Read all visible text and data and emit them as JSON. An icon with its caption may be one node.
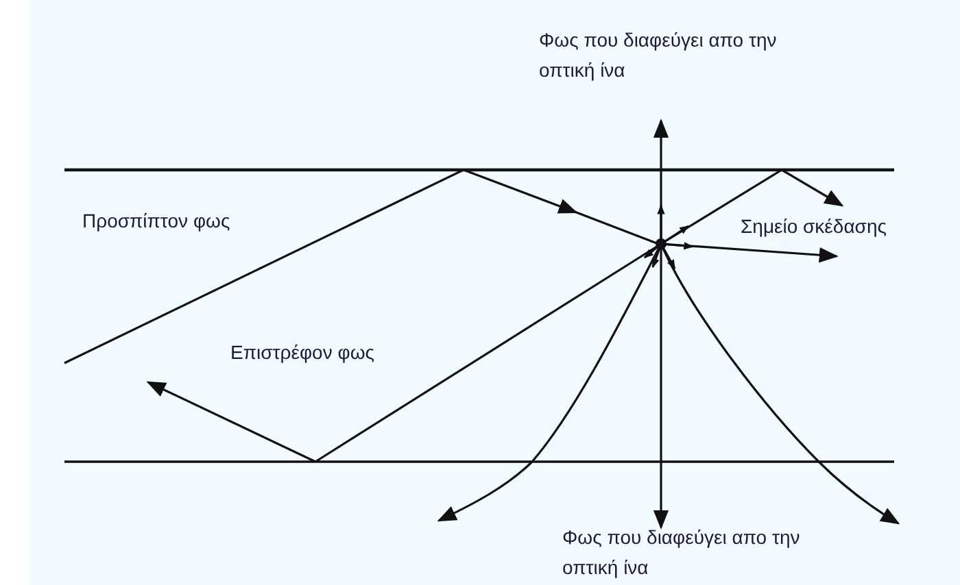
{
  "diagram": {
    "labels": [
      "Φως που διαφεύγει απο την οπτική ίνα",
      "Προσπίπτον φως",
      "Σημείο σκέδασης",
      "Επιστρέφον φως",
      "Φως που διαφεύγει απο την οπτική ίνα"
    ]
  }
}
